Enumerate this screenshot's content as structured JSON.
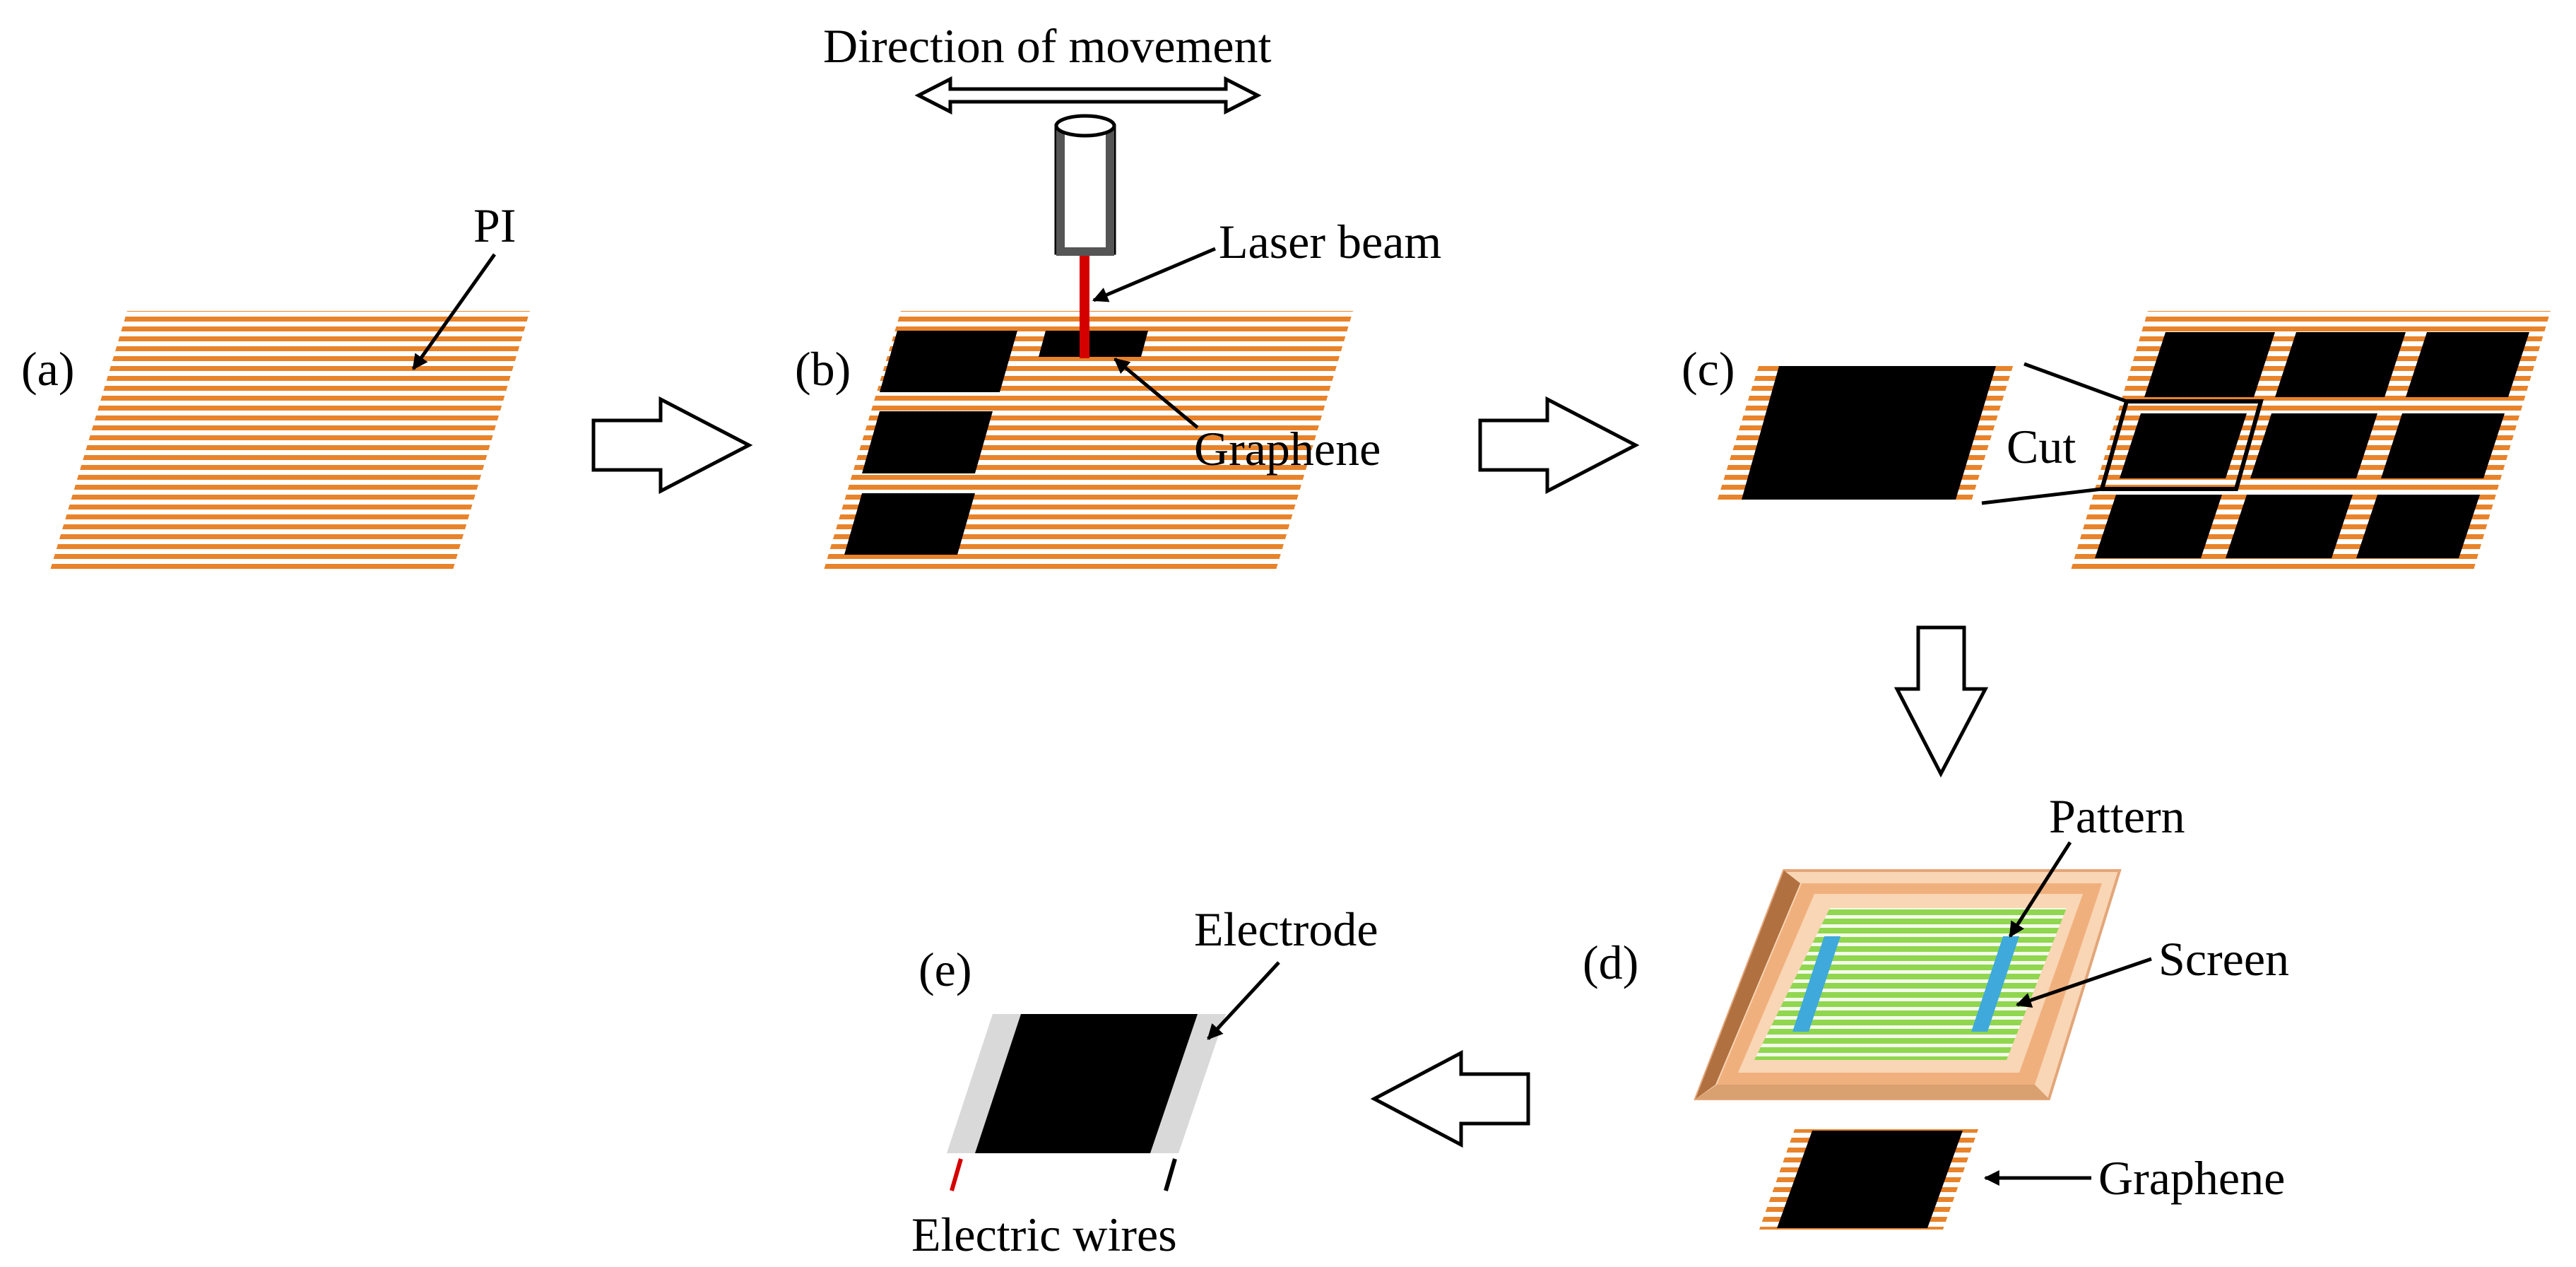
{
  "labels": {
    "direction": "Direction of movement",
    "pi": "PI",
    "laser": "Laser beam",
    "graphene_b": "Graphene",
    "cut": "Cut",
    "pattern": "Pattern",
    "screen": "Screen",
    "graphene_d": "Graphene",
    "electrode": "Electrode",
    "wires": "Electric wires"
  },
  "steps": {
    "a": "(a)",
    "b": "(b)",
    "c": "(c)",
    "d": "(d)",
    "e": "(e)"
  },
  "colors": {
    "pi_stripe": "#E8832A",
    "graphene": "#000000",
    "laser": "#D40000",
    "frame_light": "#F9D6B5",
    "frame_mid": "#F0B07D",
    "screen_green": "#90D64E",
    "pattern_blue": "#3FA9DB",
    "electrode_gray": "#D9D9D9",
    "wire_red": "#D40000",
    "wire_black": "#000000"
  }
}
